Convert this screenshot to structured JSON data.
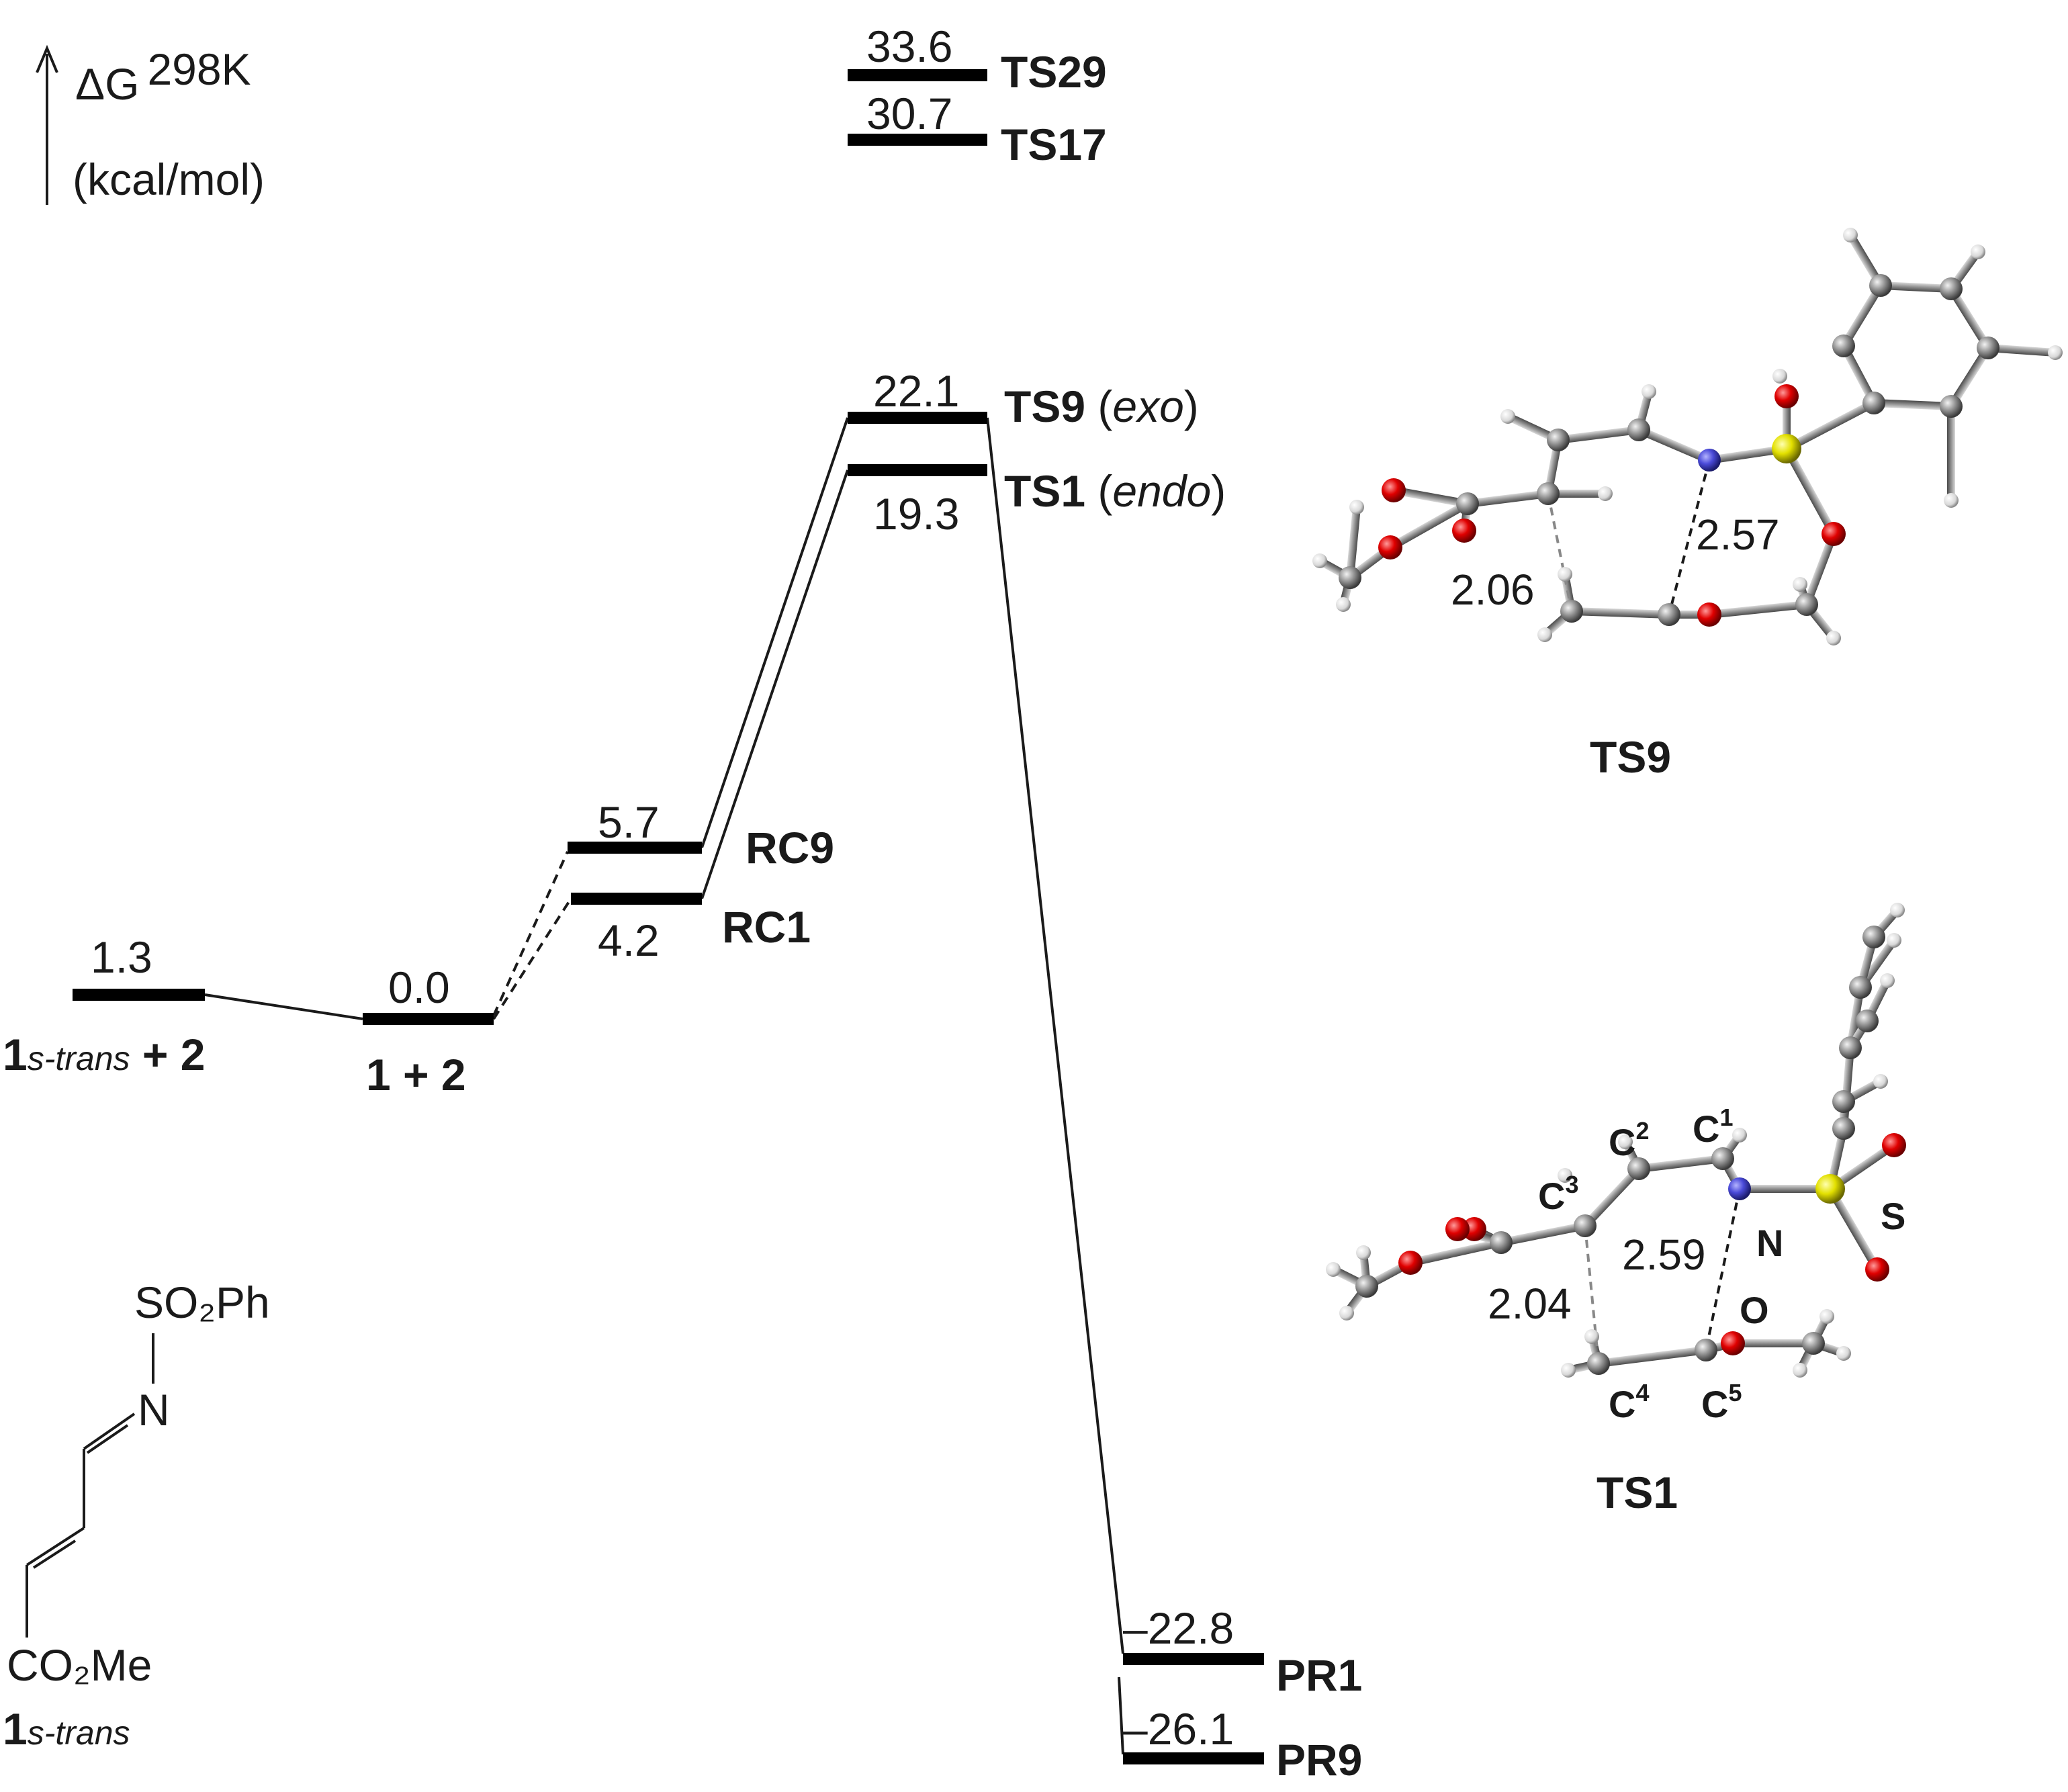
{
  "axis": {
    "title_symbol": "ΔG",
    "title_superscript": "298K",
    "unit": "(kcal/mol)"
  },
  "levels": [
    {
      "id": "1s-trans+2",
      "value": "1.3",
      "label_main": "1",
      "label_sub": "s-trans",
      "label_tail": " + 2"
    },
    {
      "id": "1+2",
      "value": "0.0",
      "label": "1 + 2"
    },
    {
      "id": "RC9",
      "value": "5.7",
      "label": "RC9"
    },
    {
      "id": "RC1",
      "value": "4.2",
      "label": "RC1"
    },
    {
      "id": "TS29",
      "value": "33.6",
      "label": "TS29"
    },
    {
      "id": "TS17",
      "value": "30.7",
      "label": "TS17"
    },
    {
      "id": "TS9",
      "value": "22.1",
      "label": "TS9",
      "label_note": "exo"
    },
    {
      "id": "TS1",
      "value": "19.3",
      "label": "TS1",
      "label_note": "endo"
    },
    {
      "id": "PR1",
      "value": "–22.8",
      "label": "PR1"
    },
    {
      "id": "PR9",
      "value": "–26.1",
      "label": "PR9"
    }
  ],
  "structures": {
    "ts9": {
      "caption": "TS9",
      "distances": [
        "2.06",
        "2.57"
      ]
    },
    "ts1": {
      "caption": "TS1",
      "distances": [
        "2.04",
        "2.59"
      ],
      "atoms": [
        "C",
        "C",
        "C",
        "C",
        "C",
        "N",
        "O",
        "S"
      ],
      "atom_numbers": [
        "1",
        "2",
        "3",
        "4",
        "5"
      ]
    }
  },
  "compound": {
    "sulfonyl": "SO₂Ph",
    "nitrogen": "N",
    "ester": "CO₂Me",
    "label_main": "1",
    "label_sub": "s-trans"
  },
  "colors": {
    "carbon": "#8c8c8c",
    "hydrogen": "#e6e6e6",
    "oxygen": "#e00000",
    "nitrogen": "#4a4ad8",
    "sulfur": "#e3e000"
  }
}
